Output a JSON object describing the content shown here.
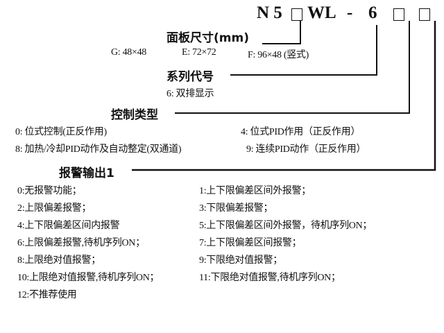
{
  "code": {
    "prefix": "N 5",
    "mid": "WL",
    "dash": "-",
    "series": "6"
  },
  "panel": {
    "title": "面板尺寸(mm)",
    "options": [
      "G: 48×48",
      "E: 72×72",
      "F: 96×48 (竖式)"
    ]
  },
  "series": {
    "title": "系列代号",
    "options": [
      "6: 双排显示"
    ]
  },
  "control": {
    "title": "控制类型",
    "options": [
      "0: 位式控制(正反作用)",
      "4: 位式PID作用（正反作用）",
      "8: 加热/冷却PID动作及自动整定(双通道)",
      "9: 连续PID动作（正反作用）"
    ]
  },
  "alarm": {
    "title": "报警输出1",
    "options": [
      "0:无报警功能；",
      "1:上下限偏差区间外报警；",
      "2:上限偏差报警；",
      "3:下限偏差报警；",
      "4:上下限偏差区间内报警",
      "5:上下限偏差区间外报警，待机序列ON；",
      "6:上限偏差报警,待机序列ON；",
      "7:上下限偏差区间报警；",
      "8:上限绝对值报警；",
      "9:下限绝对值报警；",
      "10:上限绝对值报警,待机序列ON；",
      "11:下限绝对值报警,待机序列ON；",
      "12:不推荐使用"
    ]
  }
}
